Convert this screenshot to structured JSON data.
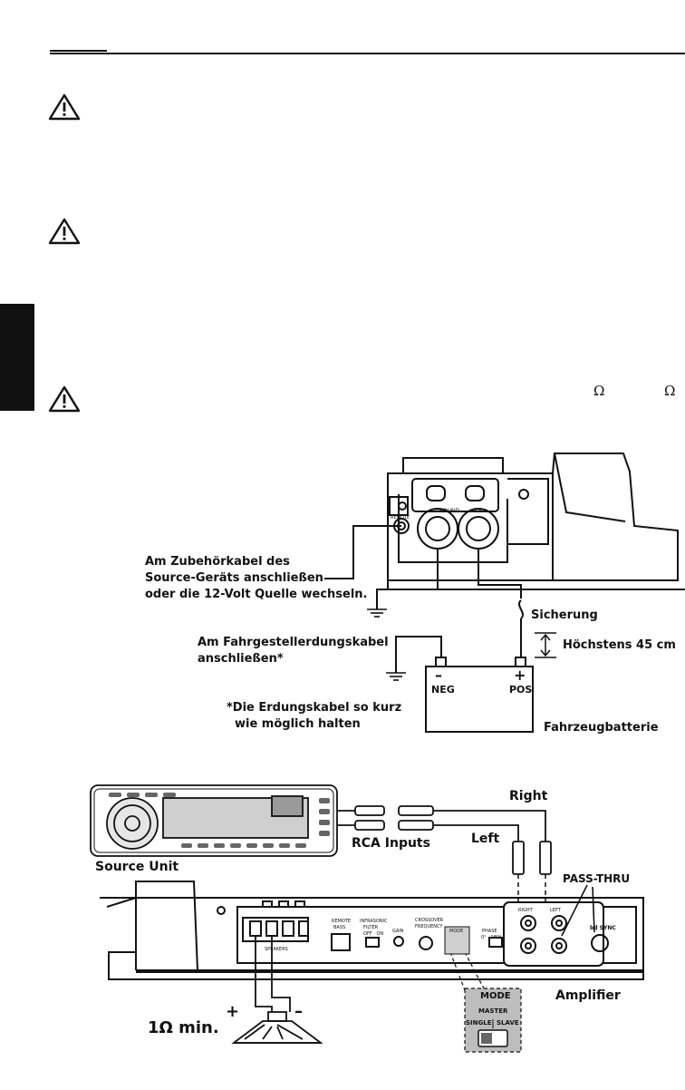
{
  "header": {
    "rule_color": "#111111"
  },
  "warnings": [
    {
      "icon": "warning-triangle-icon"
    },
    {
      "icon": "warning-triangle-icon"
    },
    {
      "icon": "warning-triangle-icon"
    }
  ],
  "omega_symbols": [
    "Ω",
    "Ω"
  ],
  "power_diagram": {
    "accessory_label": [
      "Am Zubehörkabel des",
      "Source-Geräts anschließen",
      "oder die 12-Volt Quelle wechseln."
    ],
    "chassis_label": [
      "Am Fahrgestellerdungskabel",
      "anschließen*"
    ],
    "ground_note": [
      "*Die Erdungskabel so kurz",
      "wie möglich halten"
    ],
    "fuse_label": "Sicherung",
    "max_distance_label": "Höchstens 45 cm",
    "battery_label": "Fahrzeugbatterie",
    "neg_sign": "–",
    "neg_label": "NEG",
    "pos_sign": "+",
    "pos_label": "POS",
    "terminal_ground": "GROUND",
    "terminal_bplus": "B+",
    "terminal_remote": "REMOTE"
  },
  "signal_diagram": {
    "right_label": "Right",
    "left_label": "Left",
    "rca_label": "RCA Inputs",
    "source_label": "Source Unit",
    "passthru_label": "PASS-THRU",
    "amplifier_label": "Amplifier",
    "impedance_label": "1Ω min.",
    "speaker_plus": "+",
    "speaker_minus": "–",
    "mode_title": "MODE",
    "mode_master": "MASTER",
    "mode_single": "SINGLE",
    "mode_slave": "SLAVE",
    "panel": {
      "speakers": "SPEAKERS",
      "remote_bass": [
        "REMOTE",
        "BASS"
      ],
      "infrasonic": [
        "INFRASONIC",
        "FILTER",
        "OFF · ON"
      ],
      "gain": "GAIN",
      "crossover": [
        "CROSSOVER",
        "FREQUENCY"
      ],
      "phase": [
        "PHASE",
        "0° · 180°"
      ],
      "bd_sync": "bd SYNC",
      "right": "RIGHT",
      "left": "LEFT"
    }
  }
}
